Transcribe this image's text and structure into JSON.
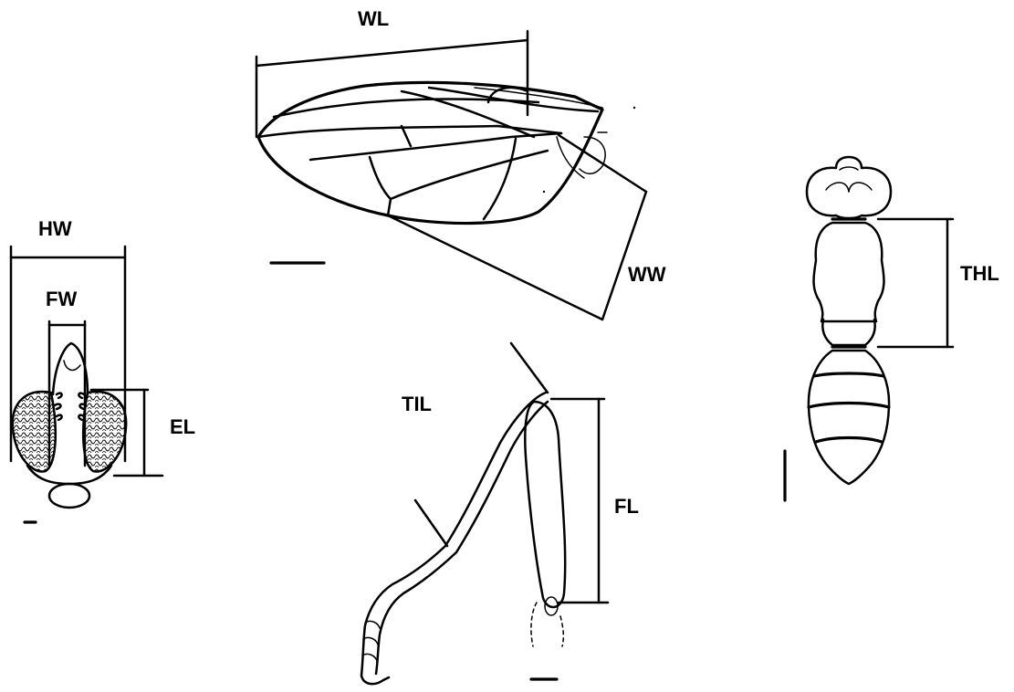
{
  "labels": {
    "wl": "WL",
    "ww": "WW",
    "hw": "HW",
    "fw": "FW",
    "el": "EL",
    "til": "TIL",
    "fl": "FL",
    "thl": "THL"
  }
}
